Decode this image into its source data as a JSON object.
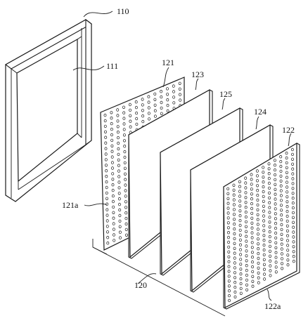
{
  "labels": {
    "frame": "110",
    "frame_opening": "111",
    "perforated_plate_rear": "121",
    "perforated_plate_rear_holes": "121a",
    "perforated_plate_front": "122",
    "perforated_plate_front_holes": "122a",
    "layer_a": "123",
    "layer_b": "124",
    "layer_c": "125",
    "assembly": "120"
  },
  "colors": {
    "line": "#1a1a1a",
    "background": "#ffffff"
  }
}
